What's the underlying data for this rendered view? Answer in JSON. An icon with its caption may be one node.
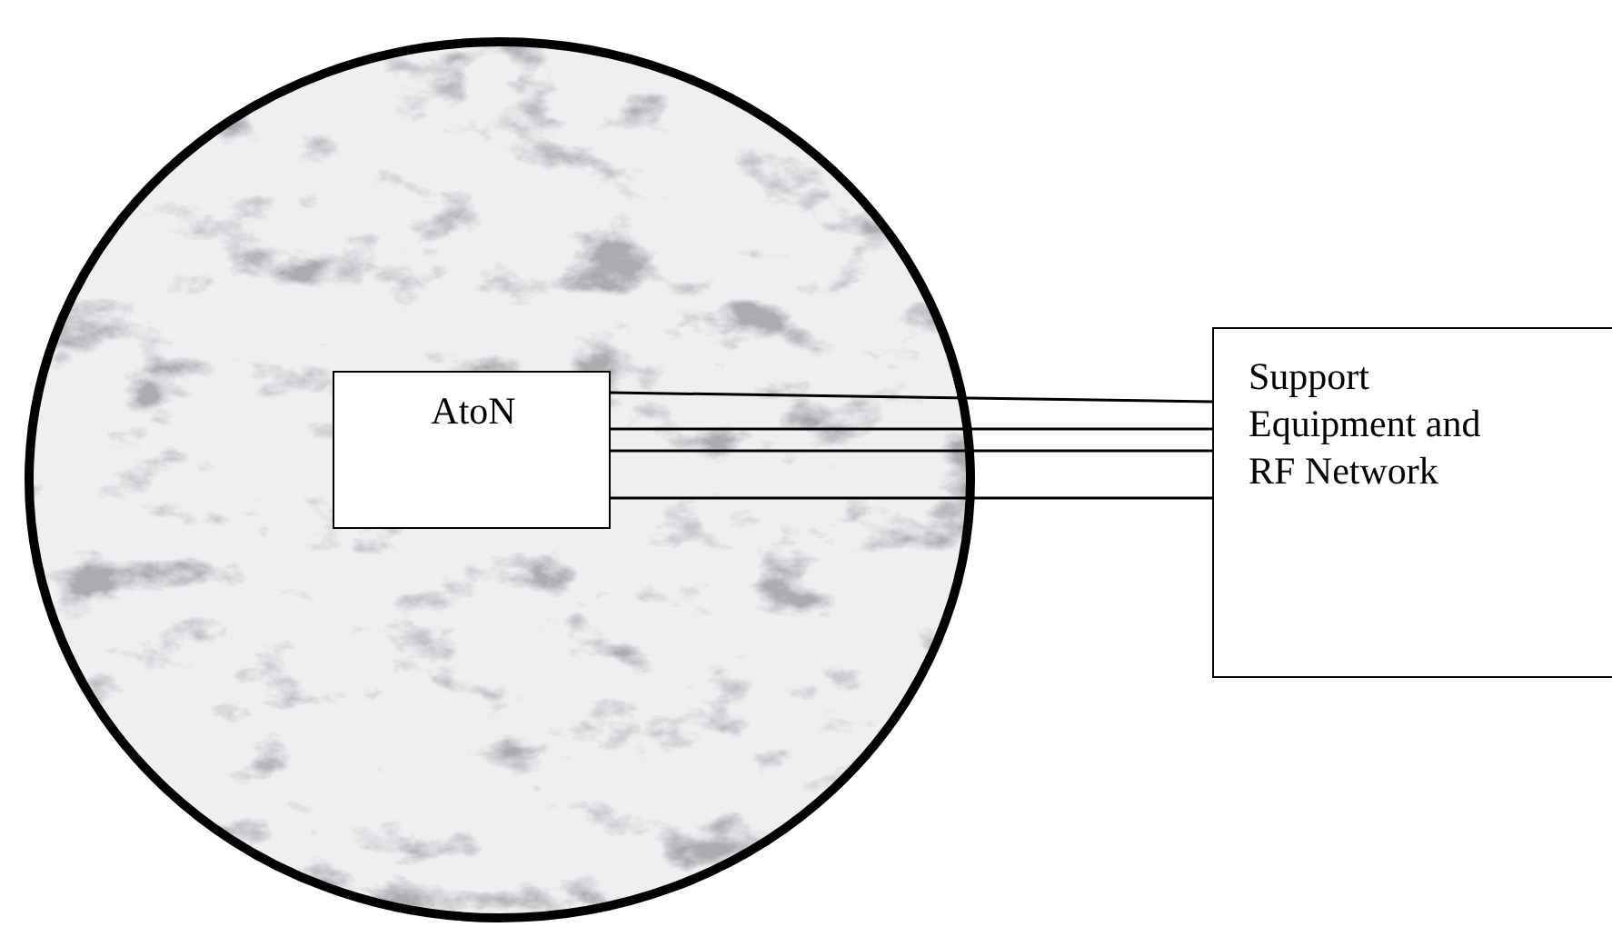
{
  "diagram": {
    "nodes": [
      {
        "text": [],
        "shape": "circle"
      },
      {
        "text": [
          "AtoN"
        ],
        "in": 0
      },
      {
        "text": [
          "Support Equipment and RF Network"
        ]
      }
    ],
    "edges": [
      {
        "from": 1,
        "to": 2,
        "arrow": "none"
      },
      {
        "from": 1,
        "to": 2,
        "arrow": "none"
      },
      {
        "from": 1,
        "to": 2,
        "arrow": "none"
      },
      {
        "from": 1,
        "to": 2,
        "arrow": "none"
      }
    ]
  }
}
